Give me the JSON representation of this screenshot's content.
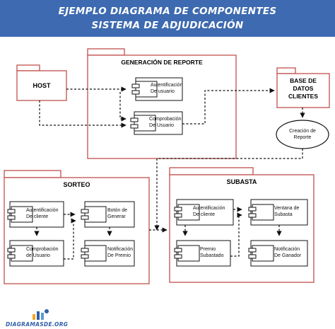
{
  "title": {
    "line1": "EJEMPLO DIAGRAMA DE COMPONENTES",
    "line2": "SISTEMA DE ADJUDICACIÓN"
  },
  "colors": {
    "banner": "#3d6ab0",
    "package_border": "#c0504d",
    "line": "#111111"
  },
  "packages": {
    "host": "HOST",
    "generacion": "GENERACIÓN DE REPORTE",
    "base_datos": "BASE DE DATOS CLIENTES",
    "sorteo": "SORTEO",
    "subasta": "SUBASTA"
  },
  "components": {
    "gen_auth": "Autentificación De usuario",
    "gen_comp": "Comprobación De Usuario",
    "sorteo_auth": "Autentificación De cliente",
    "sorteo_boton": "Botón de Generar",
    "sorteo_comp": "Comprobación de Usuario",
    "sorteo_notif": "Notificación De Premio",
    "subasta_auth": "Autentificación De cliente",
    "subasta_venta": "Ventana de Subasta",
    "subasta_premio": "Premio Subastado",
    "subasta_notif": "Notificación De Ganador"
  },
  "ellipse": "Creación de Reporte",
  "footer": "DIAGRAMASDE.ORG"
}
